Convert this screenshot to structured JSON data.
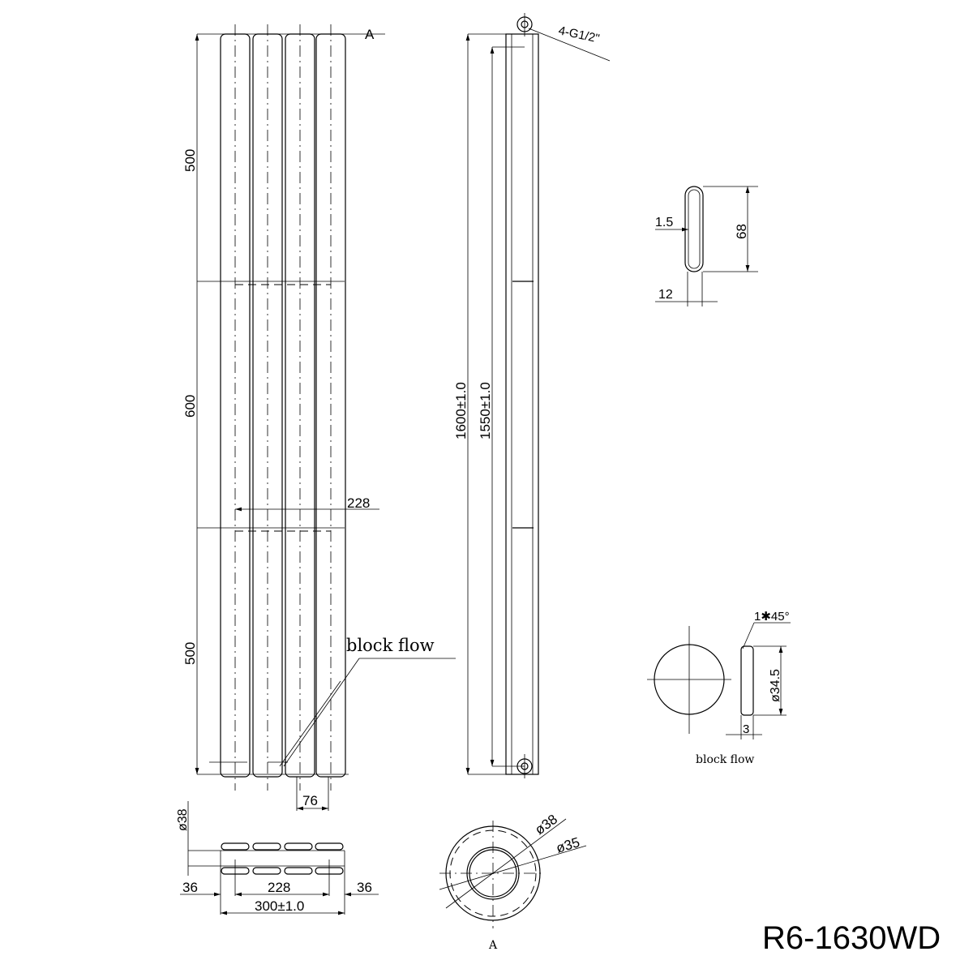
{
  "model": "R6-1630WD",
  "front_view": {
    "section_marker": "A",
    "height_segments": [
      "500",
      "600",
      "500"
    ],
    "header_spacing": "228",
    "tube_pitch": "76",
    "block_flow_label": "block flow"
  },
  "side_view": {
    "connection": "4-G1/2\"",
    "overall_height": "1600±1.0",
    "connection_centres": "1550±1.0"
  },
  "tube_section": {
    "wall": "1.5",
    "height": "68",
    "width": "12"
  },
  "block_flow_detail": {
    "chamfer": "1✱45°",
    "diameter": "ø34.5",
    "thickness": "3",
    "label": "block flow"
  },
  "plan_view": {
    "diameter": "ø38",
    "left_offset": "36",
    "centres": "228",
    "right_offset": "36",
    "overall_width": "300±1.0"
  },
  "section_a": {
    "outer_diameter": "ø38",
    "inner_diameter": "ø35",
    "label": "A"
  }
}
